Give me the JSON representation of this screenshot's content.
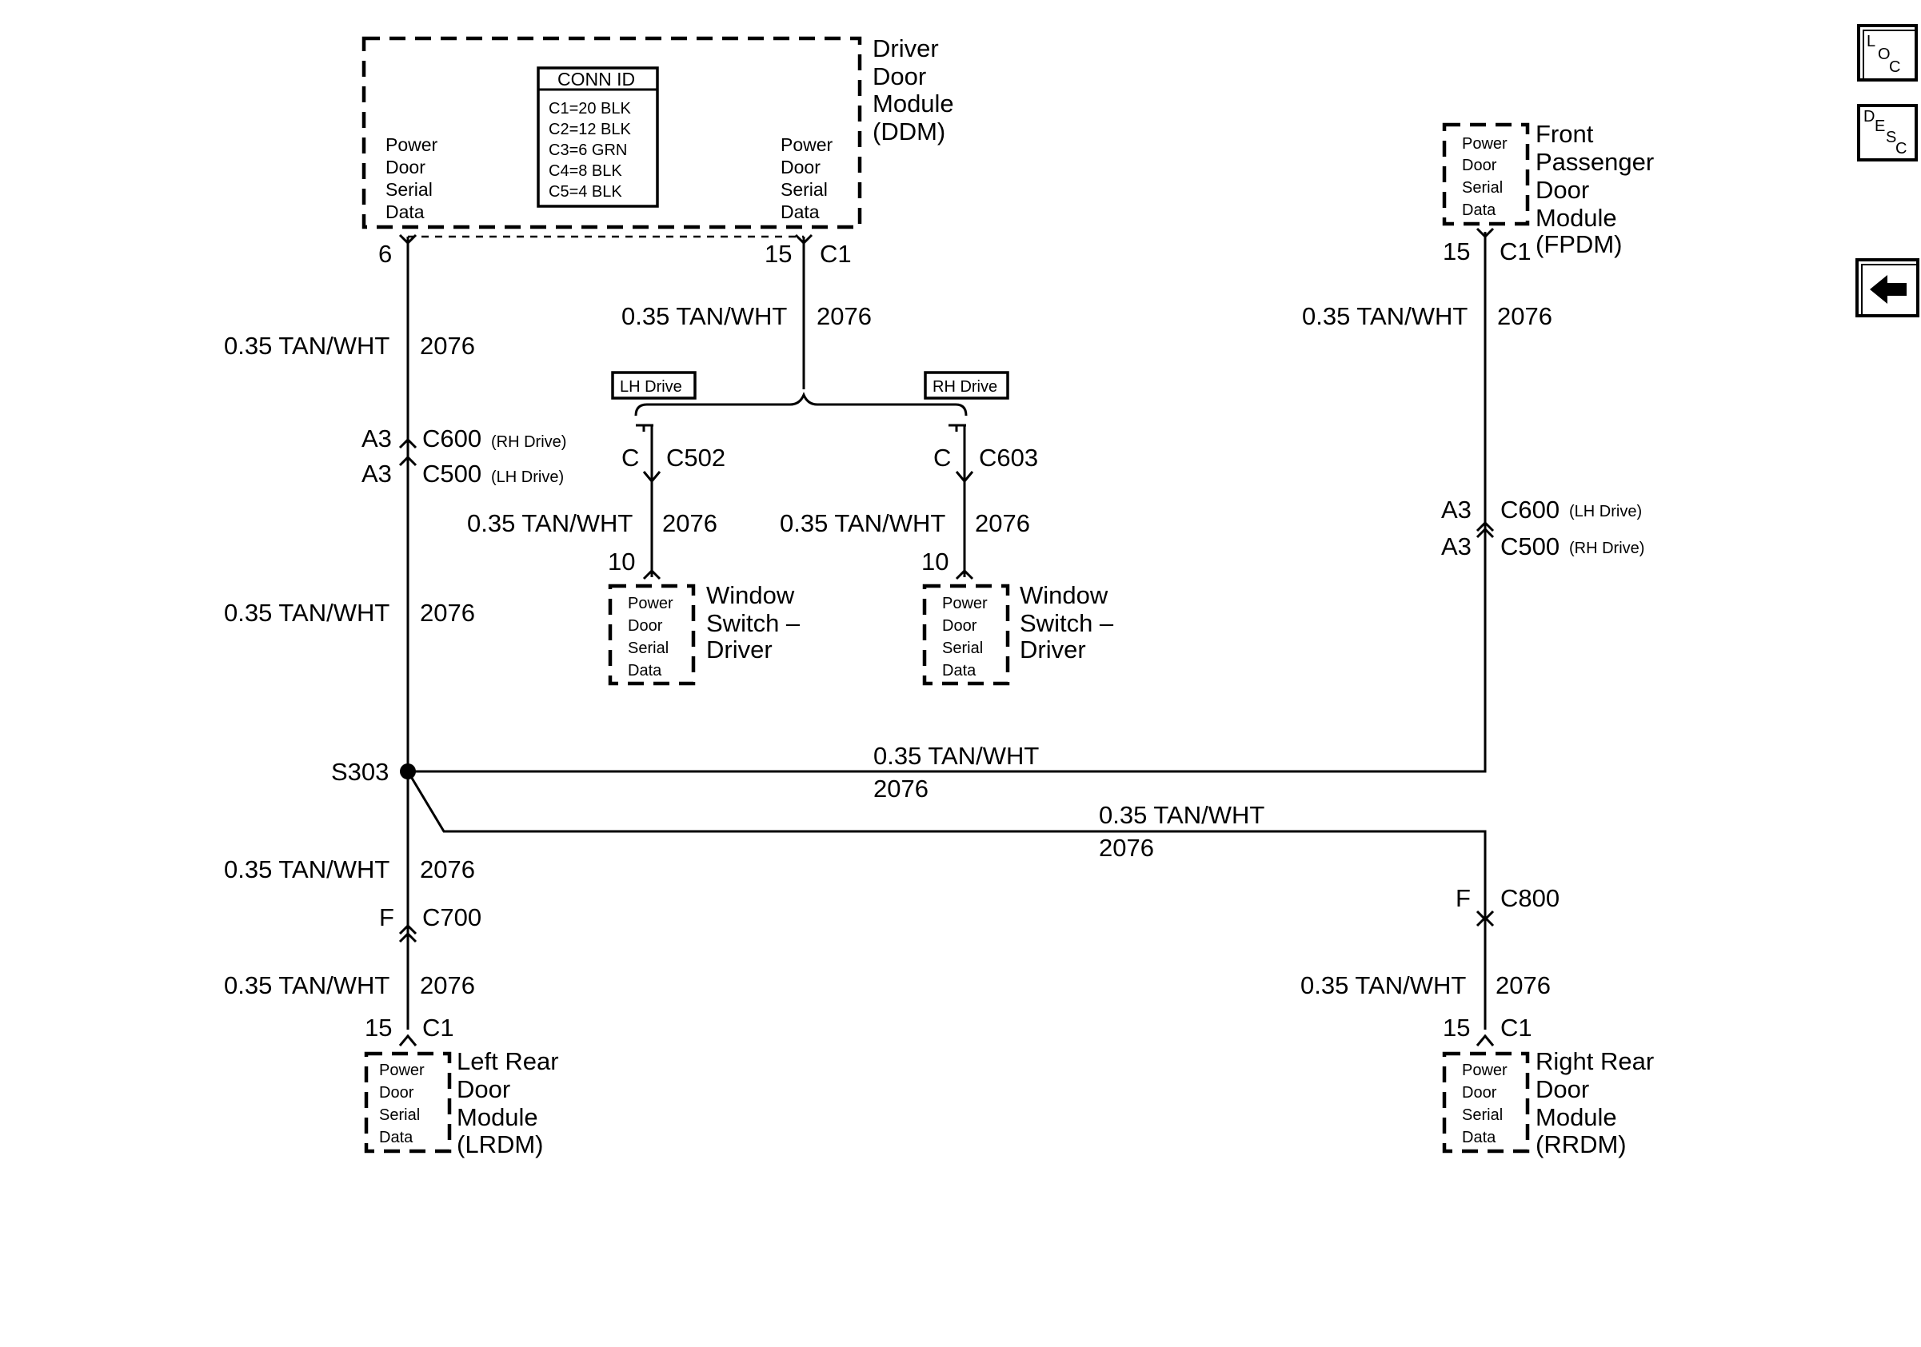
{
  "nav": {
    "loc": {
      "big": "L",
      "small": "O",
      "sub": "C"
    },
    "desc": {
      "big": "D",
      "small": "E",
      "mid": "S",
      "sub": "C"
    },
    "back_icon": "left-arrow-icon"
  },
  "ddm": {
    "title": [
      "Driver",
      "Door",
      "Module",
      "(DDM)"
    ],
    "left_label": [
      "Power",
      "Door",
      "Serial",
      "Data"
    ],
    "right_label": [
      "Power",
      "Door",
      "Serial",
      "Data"
    ],
    "conn_id_header": "CONN ID",
    "conn_ids": [
      "C1=20 BLK",
      "C2=12 BLK",
      "C3=6 GRN",
      "C4=8 BLK",
      "C5=4 BLK"
    ],
    "pin_left": "6",
    "pin_right": "15",
    "conn_right": "C1"
  },
  "fpdm": {
    "title": [
      "Front",
      "Passenger",
      "Door",
      "Module",
      "(FPDM)"
    ],
    "label": [
      "Power",
      "Door",
      "Serial",
      "Data"
    ],
    "pin": "15",
    "conn": "C1"
  },
  "lrdm": {
    "title": [
      "Left Rear",
      "Door",
      "Module",
      "(LRDM)"
    ],
    "label": [
      "Power",
      "Door",
      "Serial",
      "Data"
    ],
    "pin": "15",
    "conn": "C1"
  },
  "rrdm": {
    "title": [
      "Right Rear",
      "Door",
      "Module",
      "(RRDM)"
    ],
    "label": [
      "Power",
      "Door",
      "Serial",
      "Data"
    ],
    "pin": "15",
    "conn": "C1"
  },
  "ws_lh": {
    "title": [
      "Window",
      "Switch –",
      "Driver"
    ],
    "label": [
      "Power",
      "Door",
      "Serial",
      "Data"
    ],
    "pin": "10"
  },
  "ws_rh": {
    "title": [
      "Window",
      "Switch –",
      "Driver"
    ],
    "label": [
      "Power",
      "Door",
      "Serial",
      "Data"
    ],
    "pin": "10"
  },
  "wire": {
    "gauge_color": "0.35 TAN/WHT",
    "circuit": "2076"
  },
  "left_conn": {
    "c600_pin": "A3",
    "c600": "C600",
    "c600_note": "(RH Drive)",
    "c500_pin": "A3",
    "c500": "C500",
    "c500_note": "(LH Drive)"
  },
  "right_conn": {
    "c600_pin": "A3",
    "c600": "C600",
    "c600_note": "(LH Drive)",
    "c500_pin": "A3",
    "c500": "C500",
    "c500_note": "(RH Drive)"
  },
  "lh_drive": "LH Drive",
  "rh_drive": "RH Drive",
  "c502": {
    "pin": "C",
    "name": "C502"
  },
  "c603": {
    "pin": "C",
    "name": "C603"
  },
  "splice": "S303",
  "c700": {
    "pin": "F",
    "name": "C700"
  },
  "c800": {
    "pin": "F",
    "name": "C800"
  }
}
